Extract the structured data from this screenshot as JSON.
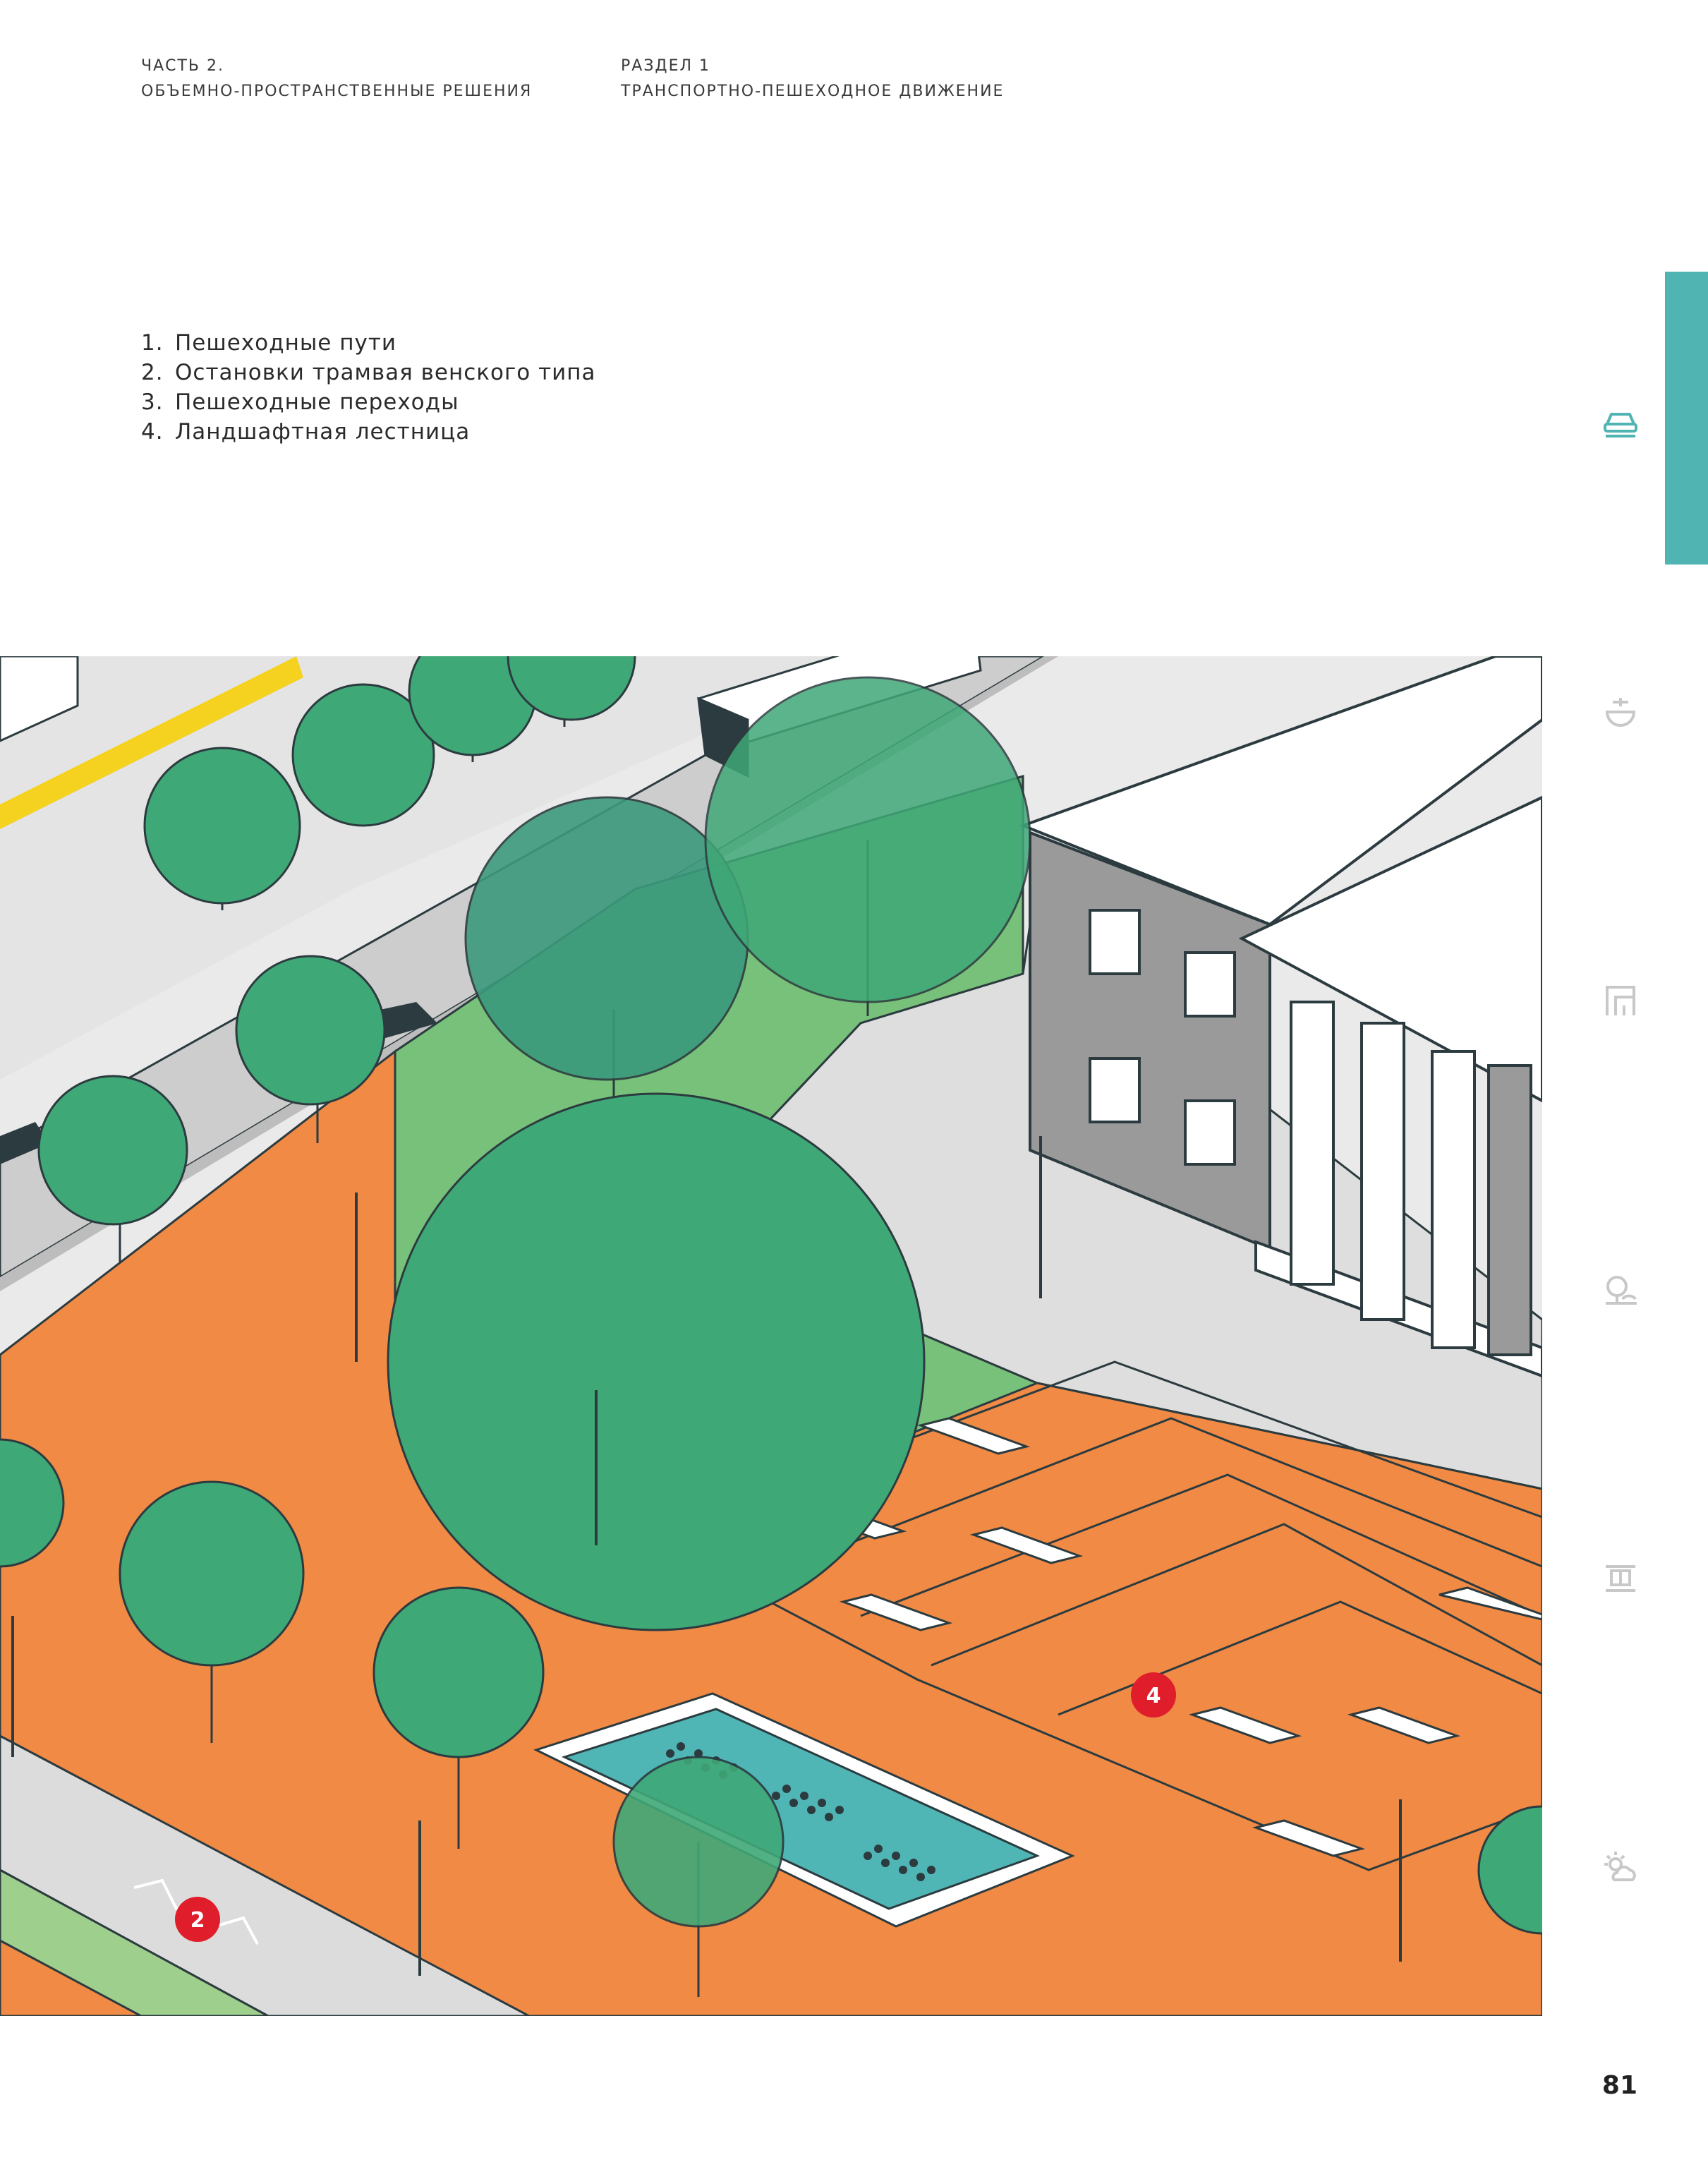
{
  "header": {
    "part_line1": "ЧАСТЬ 2.",
    "part_line2": "ОБЪЕМНО-ПРОСТРАНСТВЕННЫЕ РЕШЕНИЯ",
    "section_line1": "РАЗДЕЛ 1",
    "section_line2": "ТРАНСПОРТНО-ПЕШЕХОДНОЕ ДВИЖЕНИЕ"
  },
  "legend": [
    {
      "num": "1.",
      "label": "Пешеходные пути"
    },
    {
      "num": "2.",
      "label": "Остановки трамвая венского типа"
    },
    {
      "num": "3.",
      "label": "Пешеходные переходы"
    },
    {
      "num": "4.",
      "label": "Ландшафтная лестница"
    }
  ],
  "markers": [
    {
      "label": "2"
    },
    {
      "label": "4"
    }
  ],
  "side_nav": {
    "active_color": "#4fb4b2",
    "icon_color_active": "#4fb4b2",
    "icon_color_inactive": "#c8c8c8",
    "icons": [
      "car-icon",
      "tap-icon",
      "building-icon",
      "tree-icon",
      "bridge-icon",
      "sun-cloud-icon"
    ]
  },
  "colors": {
    "plaza_orange": "#f08a45",
    "lawn_green": "#78c17a",
    "tree_green": "#3fa877",
    "road_grey": "#cfcfcf",
    "sidewalk_grey": "#e6e6e6",
    "pool_teal": "#4fb5b5",
    "marker_red": "#e01e2b",
    "accent_yellow": "#f4d21f"
  },
  "page_number": "81"
}
